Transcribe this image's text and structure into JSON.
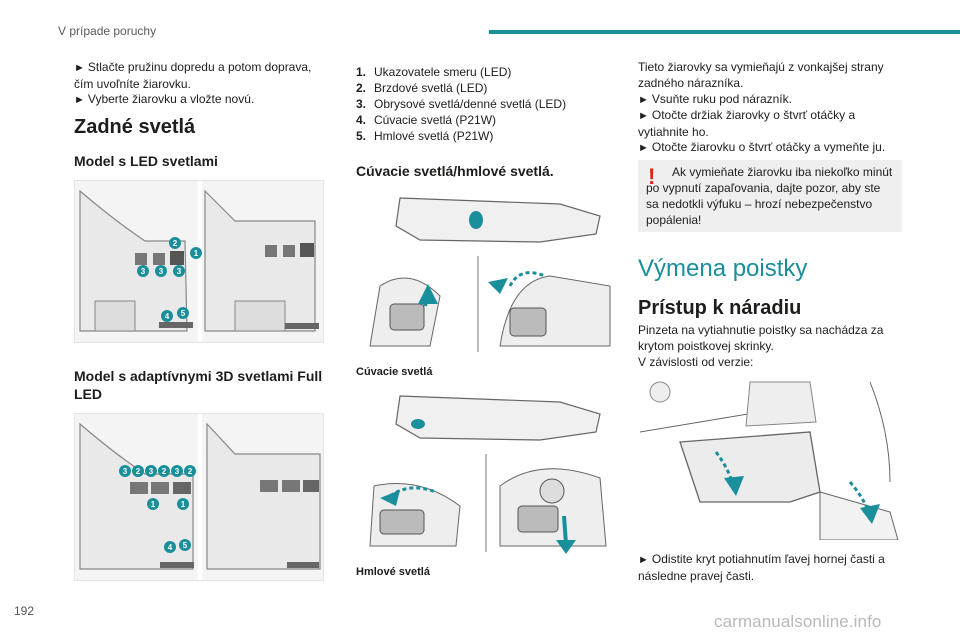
{
  "header": {
    "title": "V prípade poruchy"
  },
  "page_number": "192",
  "watermark": "carmanualsonline.info",
  "col1": {
    "intro_1": "Stlačte pružinu dopredu a potom doprava, čím uvoľníte žiarovku.",
    "intro_2": "Vyberte žiarovku a vložte novú.",
    "section_title": "Zadné svetlá",
    "sub1": "Model s LED svetlami",
    "sub2": "Model s adaptívnymi 3D svetlami Full LED"
  },
  "col2": {
    "items": [
      {
        "num": "1.",
        "text": "Ukazovatele smeru (LED)"
      },
      {
        "num": "2.",
        "text": "Brzdové svetlá (LED)"
      },
      {
        "num": "3.",
        "text": "Obrysové svetlá/denné svetlá (LED)"
      },
      {
        "num": "4.",
        "text": "Cúvacie svetlá (P21W)"
      },
      {
        "num": "5.",
        "text": "Hmlové svetlá (P21W)"
      }
    ],
    "sub": "Cúvacie svetlá/hmlové svetlá.",
    "caption1": "Cúvacie svetlá",
    "caption2": "Hmlové svetlá"
  },
  "col3": {
    "p1": "Tieto žiarovky sa vymieňajú z vonkajšej strany zadného nárazníka.",
    "s1": "Vsuňte ruku pod nárazník.",
    "s2": "Otočte držiak žiarovky o štvrť otáčky a vytiahnite ho.",
    "s3": "Otočte žiarovku o štvrť otáčky a vymeňte ju.",
    "warning": "Ak vymieňate žiarovku iba niekoľko minút po vypnutí zapaľovania, dajte pozor, aby ste sa nedotkli výfuku – hrozí nebezpečenstvo popálenia!",
    "section": "Výmena poistky",
    "sub": "Prístup k náradiu",
    "p2": "Pinzeta na vytiahnutie poistky sa nachádza za krytom poistkovej skrinky.",
    "p3": "V závislosti od verzie:",
    "s4": "Odistite kryt potiahnutím ľavej hornej časti a následne pravej časti."
  },
  "badges_led": [
    "2",
    "1",
    "3",
    "3",
    "3",
    "4",
    "5"
  ],
  "badges_3d": [
    "3",
    "2",
    "3",
    "2",
    "3",
    "2",
    "1",
    "1",
    "4",
    "5"
  ],
  "arrow_glyph": "►",
  "warn_glyph": "!",
  "colors": {
    "accent": "#1a8f9c",
    "warning": "#e2251b"
  }
}
